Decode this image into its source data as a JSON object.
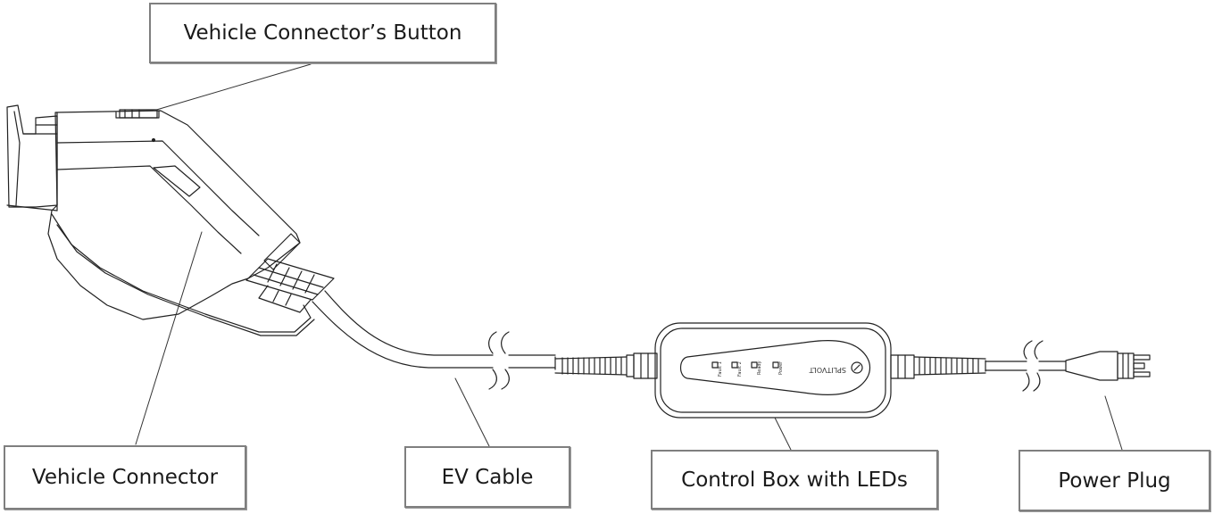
{
  "callouts": {
    "button": "Vehicle Connector’s Button",
    "vehicle_connector": "Vehicle Connector",
    "ev_cable": "EV Cable",
    "control_box": "Control Box with LEDs",
    "power_plug": "Power Plug"
  },
  "control_box": {
    "brand": "SPLITVOLT",
    "led_labels": [
      "Fault 1",
      "Fault 2",
      "Ready",
      "Power"
    ]
  }
}
